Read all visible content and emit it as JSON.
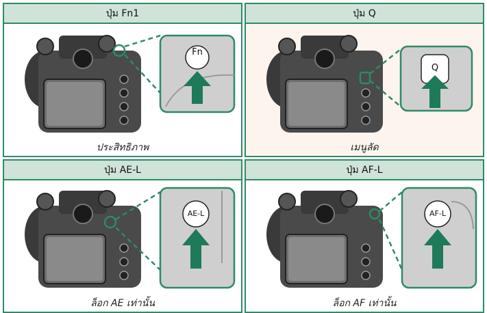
{
  "panels": [
    {
      "title": "ปุ่ม Fn1",
      "caption": "ประสิทธิภาพ",
      "button_label": "Fn"
    },
    {
      "title": "ปุ่ม Q",
      "caption": "เมนูลัด",
      "button_label": "Q"
    },
    {
      "title": "ปุ่ม AE-L",
      "caption": "ล็อก AE เท่านั้น",
      "button_label": "AE-L"
    },
    {
      "title": "ปุ่ม AF-L",
      "caption": "ล็อก AF เท่านั้น",
      "button_label": "AF-L"
    }
  ],
  "colors": {
    "accent": "#2e8a66",
    "header_bg": "#cfe3d9",
    "tint_bg": "#fdf4ee",
    "arrow": "#1f7a5a"
  },
  "icons": [
    "camera-illustration",
    "button-closeup",
    "press-arrow-icon"
  ]
}
